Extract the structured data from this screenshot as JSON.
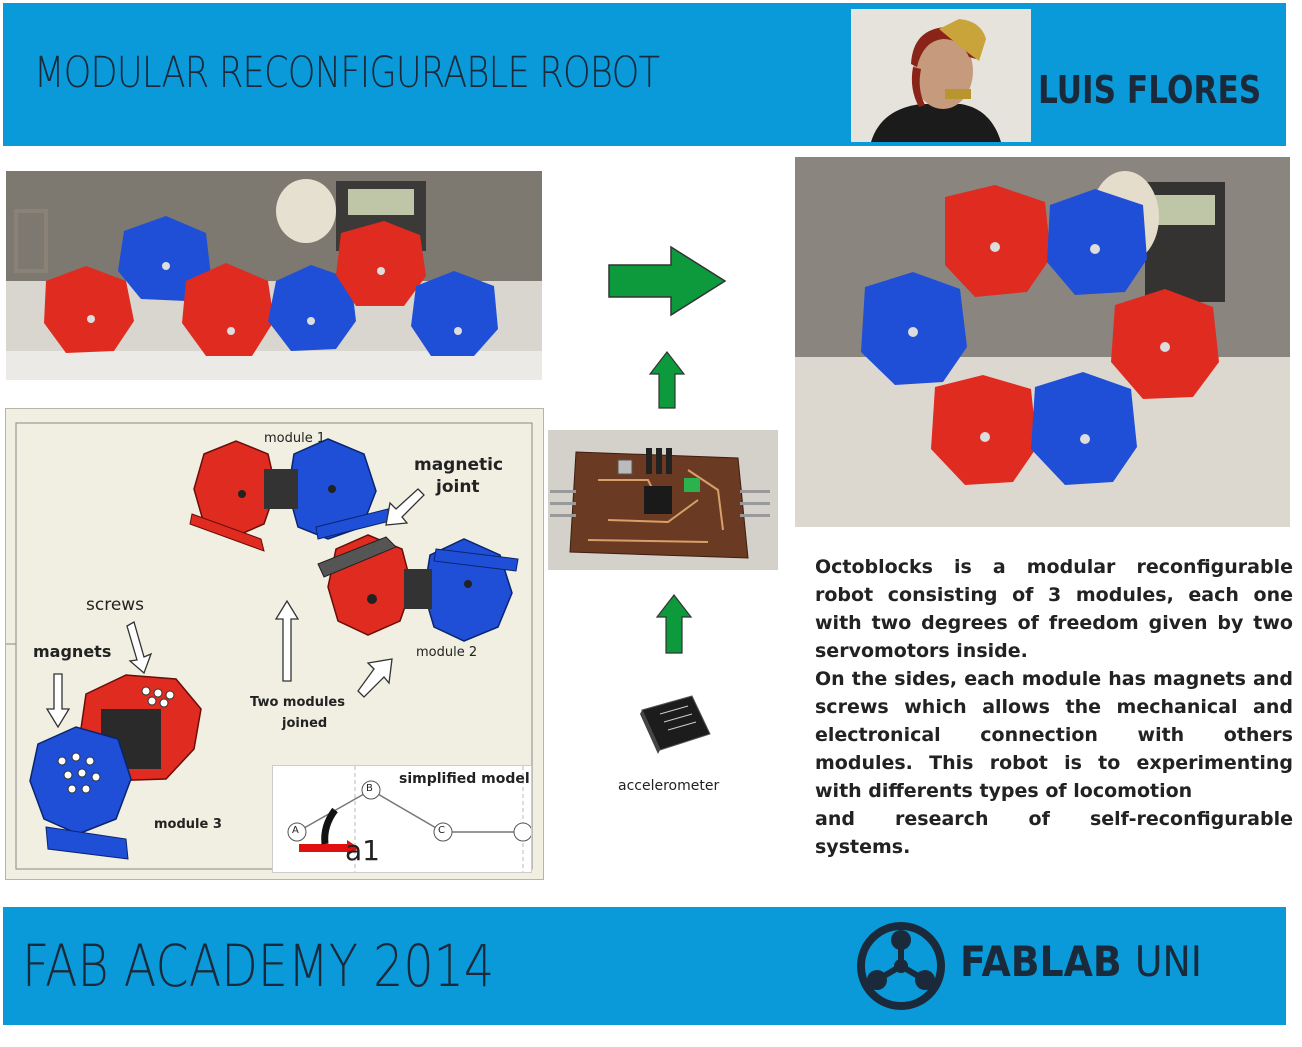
{
  "header": {
    "title": "MODULAR RECONFIGURABLE ROBOT",
    "author": "LUIS FLORES"
  },
  "footer": {
    "event": "FAB ACADEMY 2014",
    "lab_bold": "FABLAB",
    "lab_thin": "UNI"
  },
  "cad": {
    "module1": "module 1",
    "module2": "module 2",
    "module3": "module 3",
    "magnetic_joint_1": "magnetic",
    "magnetic_joint_2": "joint",
    "screws": "screws",
    "magnets": "magnets",
    "two_modules_1": "Two modules",
    "two_modules_2": "joined",
    "simplified_model": "simplified model",
    "node_a": "A",
    "node_b": "B",
    "node_c": "C",
    "angle_label": "a1"
  },
  "electronics": {
    "accelerometer": "accelerometer"
  },
  "description": {
    "p1": "Octoblocks is a modular reconfigurable robot consisting of 3 modules, each one with two degrees of freedom given by two servomotors inside.",
    "p2": "On the sides, each module has magnets and screws which allows the mechanical and electronical connection with others modules. This robot is to experimenting with differents types of locomotion",
    "p3": "and research of self-reconfigurable systems."
  },
  "colors": {
    "banner": "#0a9ad9",
    "arrow": "#0d9a3c",
    "module_red": "#e02b20",
    "module_blue": "#1f4fd6"
  }
}
